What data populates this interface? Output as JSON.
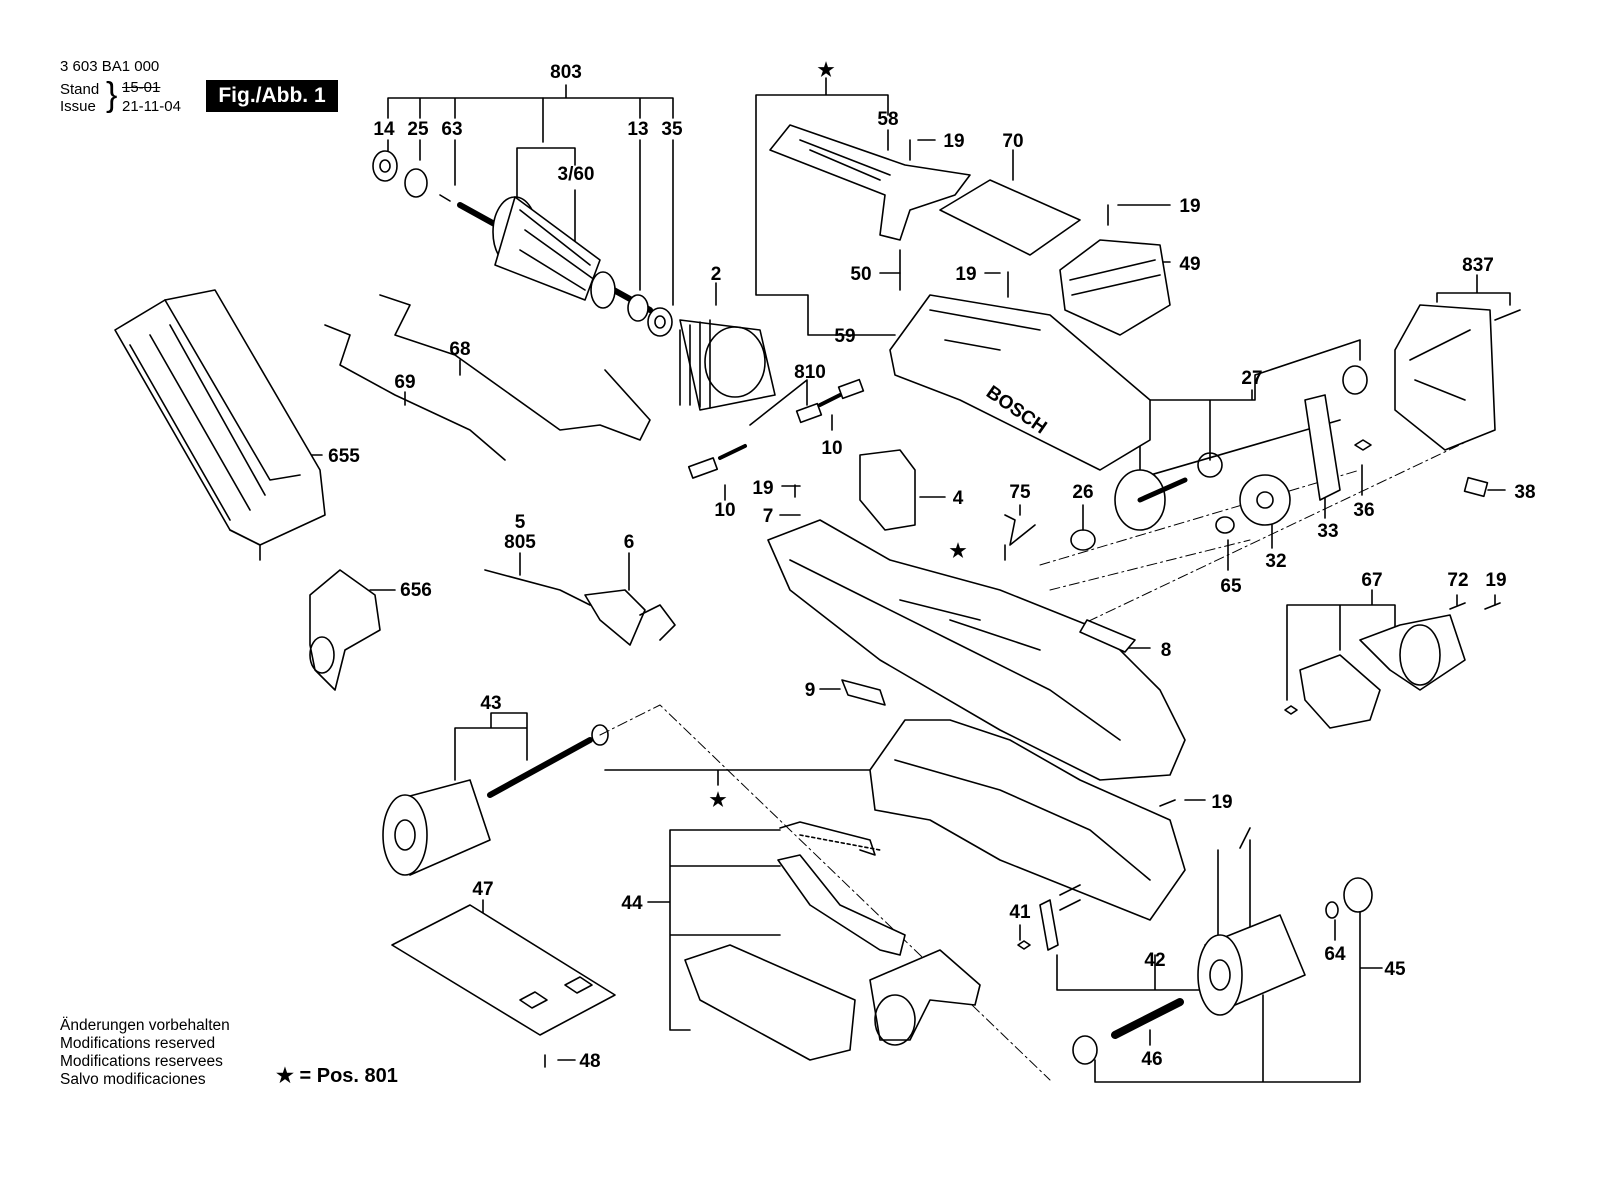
{
  "header": {
    "doc_number": "3 603 BA1 000",
    "stand_label": "Stand",
    "issue_label": "Issue",
    "old_date": "15-01",
    "new_date": "21-11-04",
    "figure_tag": "Fig./Abb. 1"
  },
  "modifications": [
    "Änderungen vorbehalten",
    "Modifications reserved",
    "Modifications reservees",
    "Salvo modificaciones"
  ],
  "legend": {
    "symbol": "★",
    "text": "= Pos. 801"
  },
  "parts": {
    "p803": "803",
    "p14": "14",
    "p25": "25",
    "p63": "63",
    "p3_60": "3/60",
    "p13": "13",
    "p35": "35",
    "p2": "2",
    "p68": "68",
    "p69": "69",
    "p655": "655",
    "p656": "656",
    "p810": "810",
    "p10a": "10",
    "p10b": "10",
    "p19a": "19",
    "p7": "7",
    "p5": "5",
    "p805": "805",
    "p6": "6",
    "p58": "58",
    "p19b": "19",
    "p70": "70",
    "p19c": "19",
    "p50": "50",
    "p19d": "19",
    "p49": "49",
    "p59": "59",
    "p837": "837",
    "p27": "27",
    "p4": "4",
    "p75": "75",
    "p26": "26",
    "p65": "65",
    "p32": "32",
    "p33": "33",
    "p36": "36",
    "p38": "38",
    "p8": "8",
    "p9": "9",
    "p67": "67",
    "p72": "72",
    "p19e": "19",
    "p43": "43",
    "p19f": "19",
    "p47": "47",
    "p44": "44",
    "p41": "41",
    "p42": "42",
    "p64": "64",
    "p45": "45",
    "p46": "46",
    "p48": "48",
    "star1": "★",
    "star2": "★",
    "star3": "★"
  },
  "colors": {
    "ink": "#000000",
    "paper": "#ffffff",
    "tag_bg": "#000000",
    "tag_fg": "#ffffff",
    "shade": "#d8d8d8"
  }
}
